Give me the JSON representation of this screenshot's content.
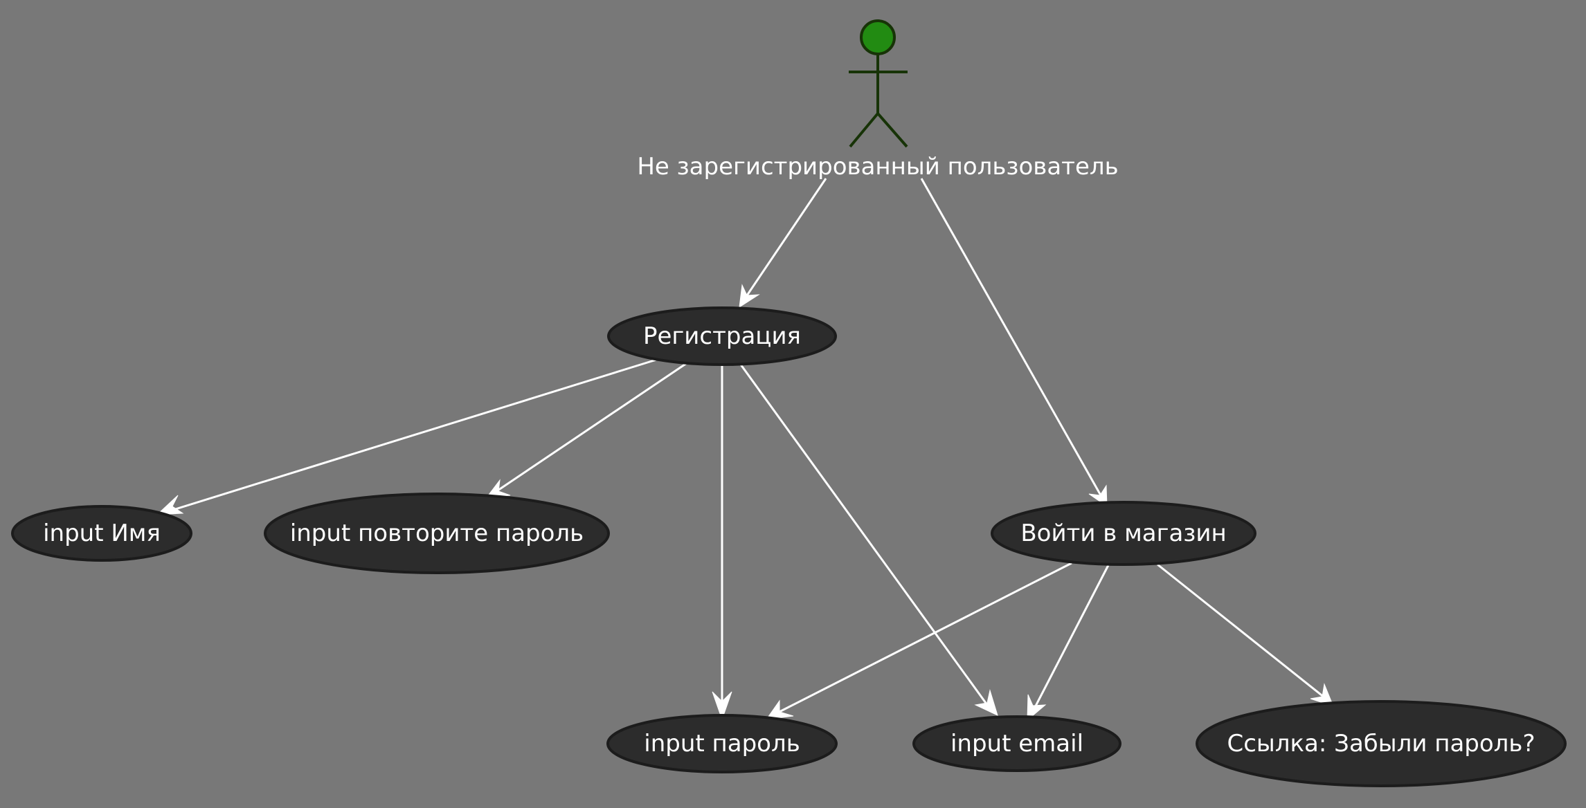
{
  "diagram": {
    "background_color": "#787878",
    "actor": {
      "label": "Не зарегистрированный пользователь",
      "head_color": "#228b12",
      "line_color": "#173307"
    },
    "use_cases": {
      "registration": "Регистрация",
      "login": "Войти в магазин",
      "input_name": "input Имя",
      "input_repeat_password": "input повторите пароль",
      "input_password": "input пароль",
      "input_email": "input email",
      "forgot_link": "Ссылка: Забыли пароль?"
    },
    "use_case_fill": "#2c2c2c",
    "edge_color": "#ffffff",
    "relations": [
      {
        "from": "actor",
        "to": "registration"
      },
      {
        "from": "actor",
        "to": "login"
      },
      {
        "from": "registration",
        "to": "input_name"
      },
      {
        "from": "registration",
        "to": "input_repeat_password"
      },
      {
        "from": "registration",
        "to": "input_password"
      },
      {
        "from": "registration",
        "to": "input_email"
      },
      {
        "from": "login",
        "to": "input_password"
      },
      {
        "from": "login",
        "to": "input_email"
      },
      {
        "from": "login",
        "to": "forgot_link"
      }
    ]
  }
}
